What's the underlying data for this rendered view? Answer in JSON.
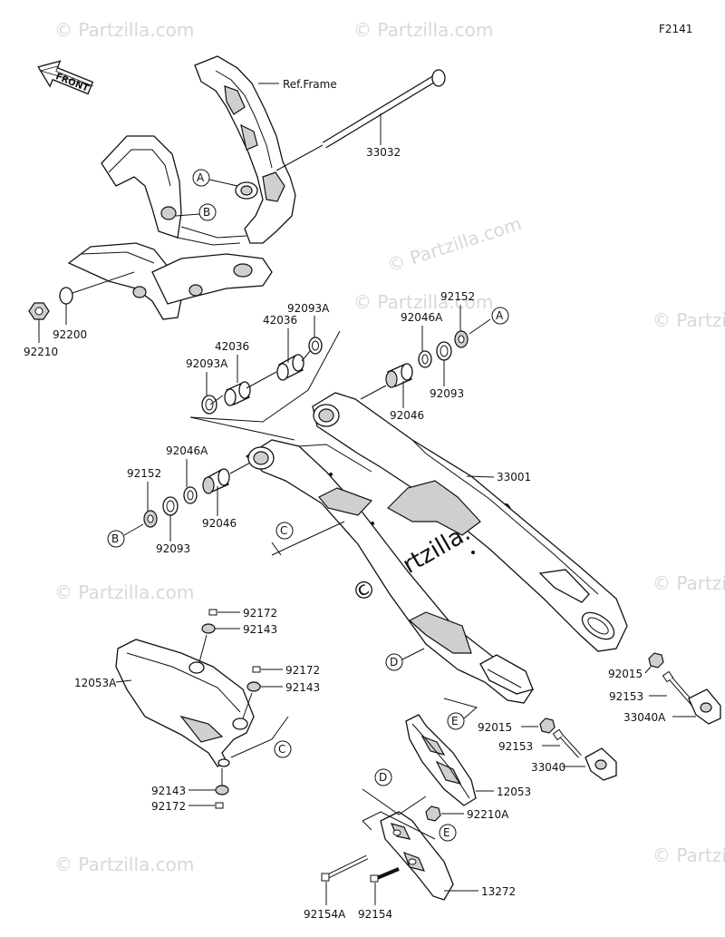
{
  "figure_code": "F2141",
  "front_label": "FRONT",
  "watermark_main": "© Partzilla.com",
  "watermark_small": "© Partzilla.com",
  "ref_frame": "Ref.Frame",
  "parts": {
    "p33032": "33032",
    "p33001": "33001",
    "p92210": "92210",
    "p92200": "92200",
    "p42036_top": "42036",
    "p42036_left": "42036",
    "p92093A_top": "92093A",
    "p92093A_left": "92093A",
    "p92152_right": "92152",
    "p92152_left": "92152",
    "p92046A_right": "92046A",
    "p92046A_left": "92046A",
    "p92093_right": "92093",
    "p92093_left": "92093",
    "p92046_right": "92046",
    "p92046_left": "92046",
    "p92172_a": "92172",
    "p92143_a": "92143",
    "p92172_b": "92172",
    "p92143_b": "92143",
    "p12053A": "12053A",
    "p92143_c": "92143",
    "p92172_c": "92172",
    "p92015_a": "92015",
    "p92153_a": "92153",
    "p33040A": "33040A",
    "p92015_b": "92015",
    "p92153_b": "92153",
    "p33040": "33040",
    "p12053": "12053",
    "p92210A": "92210A",
    "p13272": "13272",
    "p92154A": "92154A",
    "p92154": "92154"
  },
  "callouts": {
    "A1": "A",
    "B1": "B",
    "A2": "A",
    "B2": "B",
    "C1": "C",
    "C2": "C",
    "D1": "D",
    "D2": "D",
    "E1": "E",
    "E2": "E"
  }
}
